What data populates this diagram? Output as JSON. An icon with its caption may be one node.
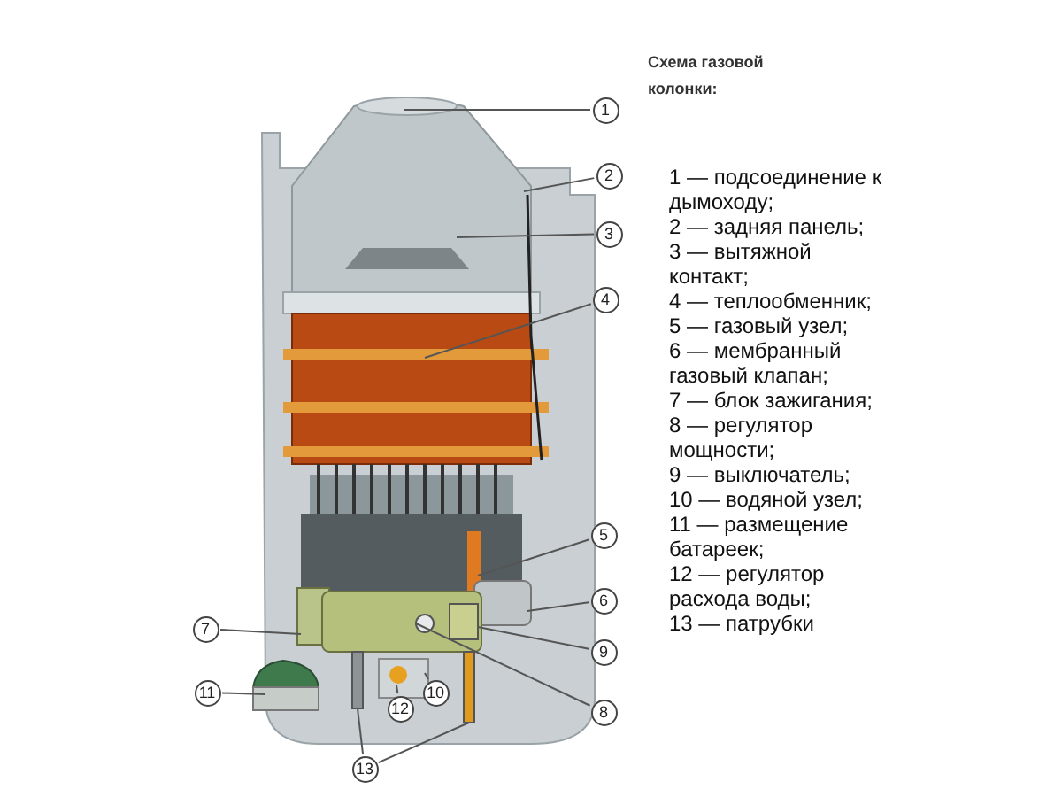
{
  "diagram": {
    "title": "Схема газовой колонки:",
    "nodes": [
      {
        "text": [
          "1"
        ]
      },
      {
        "text": [
          "2"
        ]
      },
      {
        "text": [
          "3"
        ]
      },
      {
        "text": [
          "4"
        ]
      },
      {
        "text": [
          "5"
        ]
      },
      {
        "text": [
          "6"
        ]
      },
      {
        "text": [
          "7"
        ]
      },
      {
        "text": [
          "9"
        ]
      },
      {
        "text": [
          "11"
        ]
      },
      {
        "text": [
          "10"
        ]
      },
      {
        "text": [
          "8"
        ]
      },
      {
        "text": [
          "12"
        ]
      },
      {
        "text": [
          "13"
        ]
      },
      {
        "text": [],
        "shape": "box"
      },
      {
        "text": [],
        "shape": "box"
      },
      {
        "text": [],
        "shape": "box"
      },
      {
        "text": [],
        "shape": "circle"
      }
    ],
    "edges": [
      {
        "from": 0,
        "to": null,
        "arrow": "none"
      },
      {
        "from": 1,
        "to": null,
        "arrow": "none"
      },
      {
        "from": 2,
        "to": null,
        "arrow": "none"
      },
      {
        "from": 3,
        "to": null,
        "arrow": "none"
      },
      {
        "from": 4,
        "to": null,
        "arrow": "none"
      },
      {
        "from": 5,
        "to": null,
        "arrow": "none"
      },
      {
        "from": 6,
        "to": null,
        "arrow": "none"
      },
      {
        "from": 7,
        "to": 13,
        "arrow": "none"
      },
      {
        "from": 8,
        "to": null,
        "arrow": "none"
      },
      {
        "from": 9,
        "to": null,
        "arrow": "none"
      },
      {
        "from": 10,
        "to": 16,
        "arrow": "none"
      },
      {
        "from": 11,
        "to": null,
        "arrow": "none"
      },
      {
        "from": 12,
        "to": 14,
        "arrow": "none"
      },
      {
        "from": 12,
        "to": 15,
        "arrow": "none"
      }
    ],
    "labels": [
      "1 — подсоединение к дымоходу;",
      "2 — задняя панель;",
      "3 — вытяжной контакт;",
      "4 — теплообменник;",
      "5 — газовый узел;",
      "6 — мембранный газовый клапан;",
      "7 — блок зажигания;",
      "8 — регулятор мощности;",
      "9 — выключатель;",
      "10 — водяной узел;",
      "11 — размещение батареек;",
      "12 — регулятор расхода воды;",
      "13 — патрубки"
    ]
  }
}
